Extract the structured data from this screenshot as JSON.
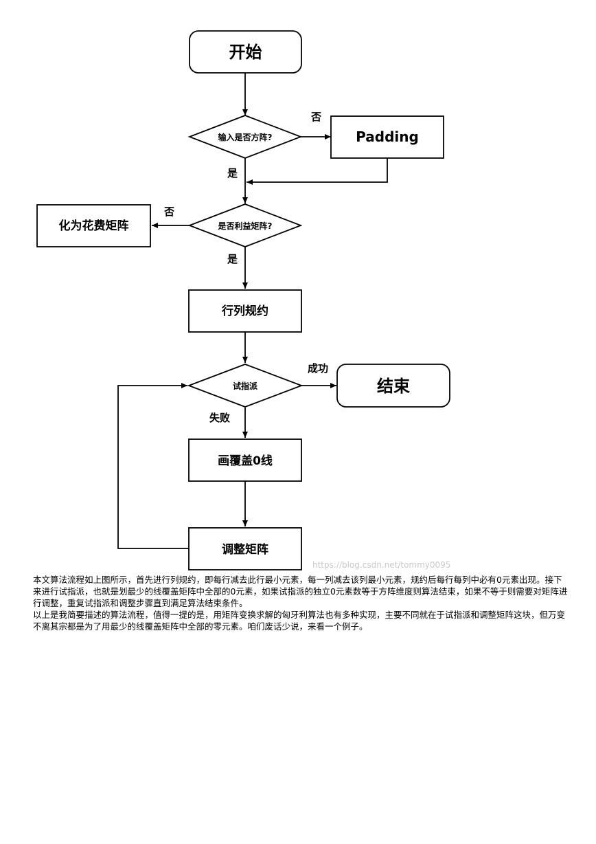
{
  "flowchart": {
    "nodes": {
      "start": "开始",
      "is_square": "输入是否方阵?",
      "padding": "Padding",
      "is_profit": "是否利益矩阵?",
      "to_cost": "化为花费矩阵",
      "reduce": "行列规约",
      "try_assign": "试指派",
      "end": "结束",
      "draw_lines": "画覆盖0线",
      "adjust": "调整矩阵"
    },
    "edge_labels": {
      "square_no": "否",
      "square_yes": "是",
      "profit_no": "否",
      "profit_yes": "是",
      "assign_success": "成功",
      "assign_fail": "失败"
    },
    "watermark": "https://blog.csdn.net/tommy0095"
  },
  "caption": {
    "paragraph1": "本文算法流程如上图所示，首先进行列规约，即每行减去此行最小元素，每一列减去该列最小元素，规约后每行每列中必有0元素出现。接下来进行试指派，也就是划最少的线覆盖矩阵中全部的0元素，如果试指派的独立0元素数等于方阵维度则算法结束，如果不等于则需要对矩阵进行调整，重复试指派和调整步骤直到满足算法结束条件。",
    "paragraph2": "以上是我简要描述的算法流程，值得一提的是，用矩阵变换求解的匈牙利算法也有多种实现，主要不同就在于试指派和调整矩阵这块，但万变不离其宗都是为了用最少的线覆盖矩阵中全部的零元素。咱们废话少说，来看一个例子。"
  }
}
